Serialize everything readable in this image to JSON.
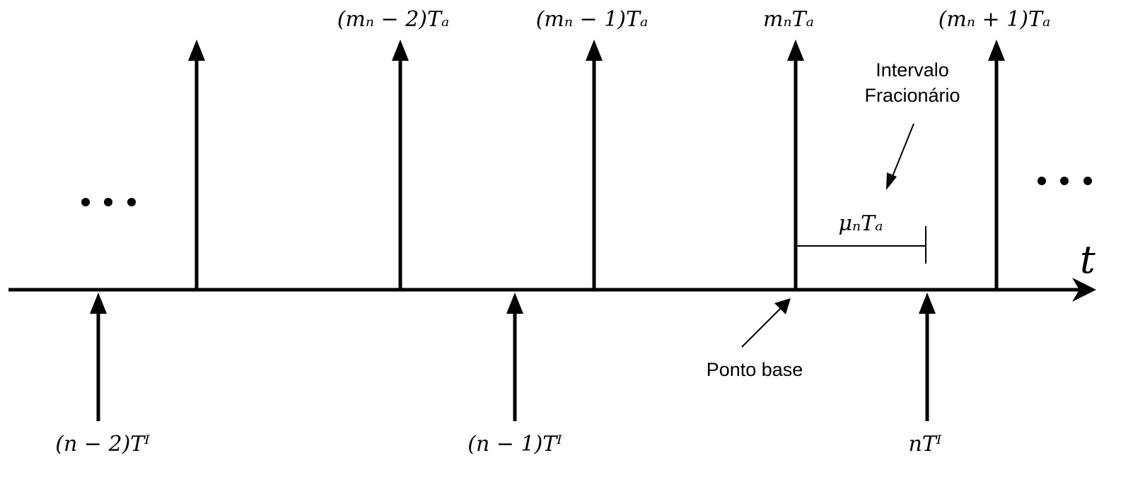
{
  "time_axis": {
    "label": "t"
  },
  "output_samples": [
    {
      "label": ""
    },
    {
      "label": "(mₙ − 2)Tₐ"
    },
    {
      "label": "(mₙ − 1)Tₐ"
    },
    {
      "label": "mₙTₐ"
    },
    {
      "label": "(mₙ + 1)Tₐ"
    }
  ],
  "input_samples": [
    {
      "label": "(n − 2)Tᴵ"
    },
    {
      "label": "(n − 1)Tᴵ"
    },
    {
      "label": "nTᴵ"
    }
  ],
  "fractional_interval": {
    "title_line1": "Intervalo",
    "title_line2": "Fracionário",
    "label": "μₙTₐ"
  },
  "base_point": {
    "label": "Ponto base"
  },
  "ellipsis": "• • •",
  "colors": {
    "ink": "#000000",
    "background": "#ffffff"
  }
}
